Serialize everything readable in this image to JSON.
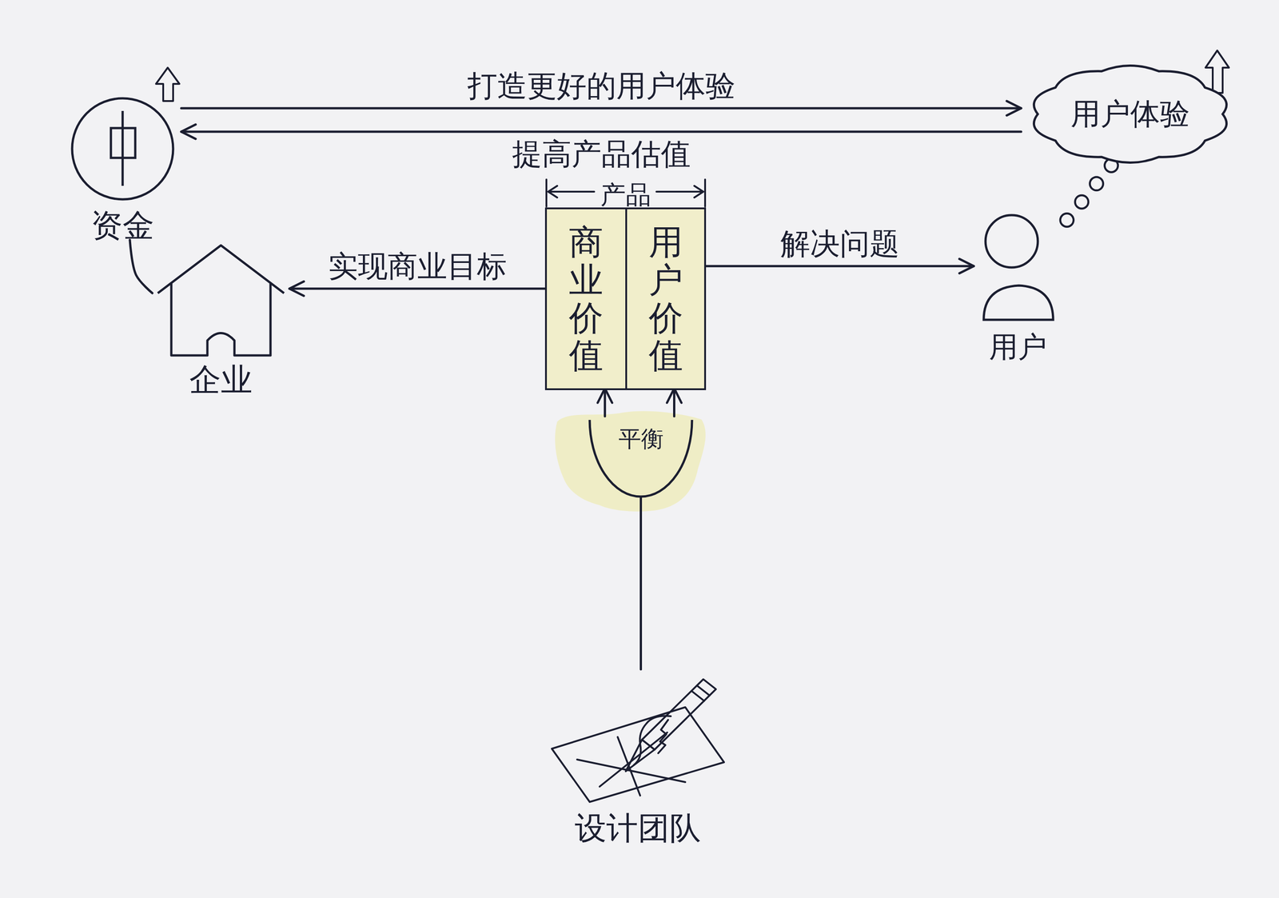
{
  "diagram": {
    "nodes": [
      {
        "text": [
          "资金"
        ]
      },
      {
        "text": [
          "用户体验"
        ]
      },
      {
        "text": [
          "企业"
        ]
      },
      {
        "text": [
          "产品"
        ]
      },
      {
        "text": [
          "商业价值"
        ],
        "in": 3
      },
      {
        "text": [
          "用户价值"
        ],
        "in": 3
      },
      {
        "text": [
          "用户"
        ]
      },
      {
        "text": [
          "平衡"
        ]
      },
      {
        "text": [
          "设计团队"
        ]
      }
    ],
    "edges": [
      {
        "from": 0,
        "to": 1,
        "label": "打造更好的用户体验",
        "arrow": "to"
      },
      {
        "from": 1,
        "to": 0,
        "label": "提高产品估值",
        "arrow": "to"
      },
      {
        "from": 3,
        "to": 2,
        "label": "实现商业目标",
        "arrow": "to"
      },
      {
        "from": 3,
        "to": 6,
        "label": "解决问题",
        "arrow": "to"
      },
      {
        "from": 7,
        "to": 4,
        "arrow": "to"
      },
      {
        "from": 7,
        "to": 5,
        "arrow": "to"
      },
      {
        "from": 8,
        "to": 7,
        "arrow": "none"
      },
      {
        "from": 0,
        "to": 2,
        "arrow": "none"
      },
      {
        "from": 1,
        "to": 6,
        "arrow": "none"
      }
    ]
  }
}
